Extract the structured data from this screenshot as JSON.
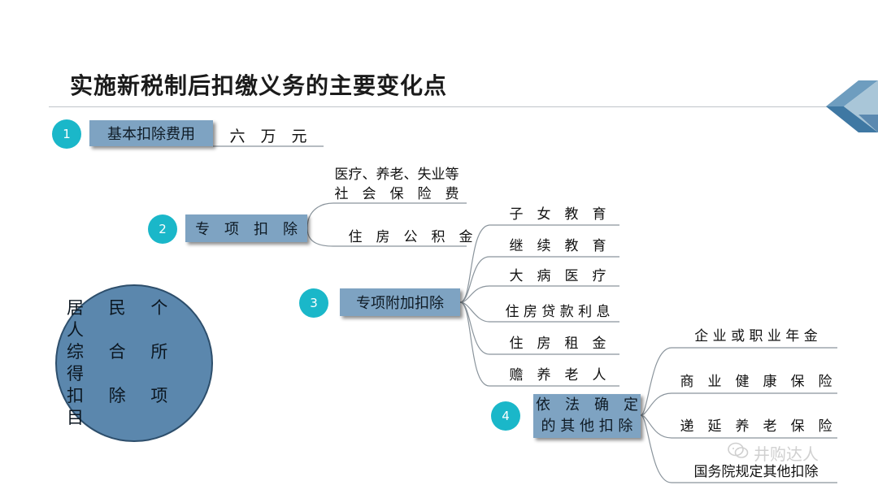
{
  "title": "实施新税制后扣缴义务的主要变化点",
  "center_node": {
    "lines": [
      "居 民 个 人",
      "综 合 所 得",
      "扣 除 项 目"
    ]
  },
  "items": [
    {
      "number": "1",
      "label": "基本扣除费用",
      "value": "六　万　元"
    },
    {
      "number": "2",
      "label": "专　项　扣　除",
      "children": [
        {
          "line1": "医疗、养老、失业等",
          "line2": "社　会　保　险　费"
        },
        {
          "text": "住　房　公　积　金"
        }
      ]
    },
    {
      "number": "3",
      "label": "专项附加扣除",
      "children": [
        "子　女　教　育",
        "继　续　教　育",
        "大　病　医　疗",
        "住 房 贷 款 利 息",
        "住　房　租　金",
        "赡　养　老　人"
      ]
    },
    {
      "number": "4",
      "label_line1": "依　法　确　定",
      "label_line2": "的 其 他 扣 除",
      "children": [
        "企 业 或 职 业 年 金",
        "商　业　健　康　保　险",
        "递　延　养　老　保　险",
        "国务院规定其他扣除"
      ]
    }
  ],
  "watermark": {
    "icon": "wechat-icon",
    "text": "井购达人"
  },
  "colors": {
    "accent_teal": "#1ab7c9",
    "label_blue": "#7ea3c2",
    "circle_blue": "#5b87ad",
    "line_gray": "#8a949c"
  }
}
